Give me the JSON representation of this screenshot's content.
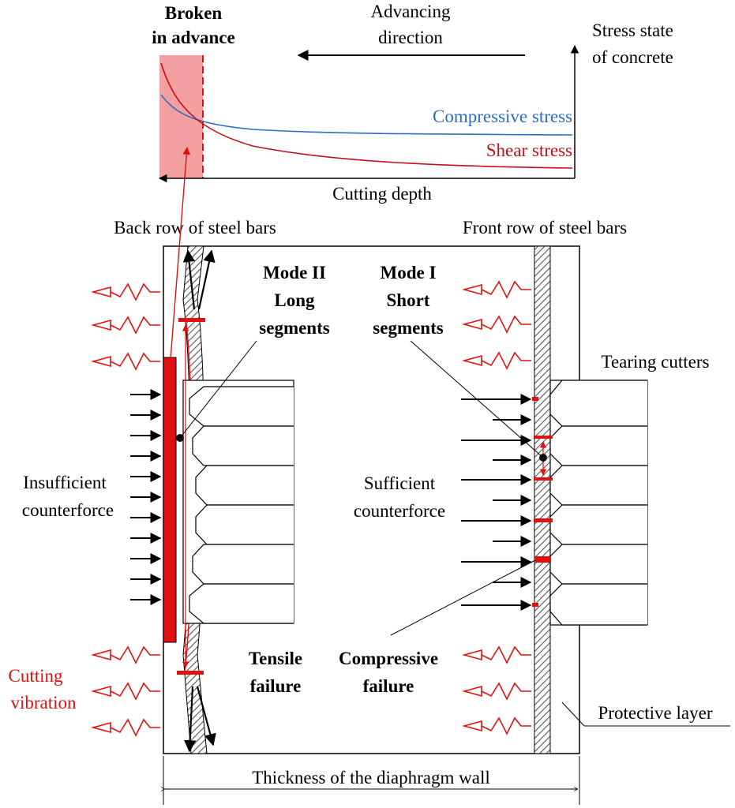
{
  "top_chart": {
    "broken_line1": "Broken",
    "broken_line2": "in advance",
    "advancing_line1": "Advancing",
    "advancing_line2": "direction",
    "stress_line1": "Stress state",
    "stress_line2": "of concrete",
    "compressive_label": "Compressive stress",
    "shear_label": "Shear stress",
    "x_axis_label": "Cutting depth",
    "colors": {
      "compressive": "#2b6fc0",
      "shear": "#c0101a",
      "broken_zone": "#f4a0a0"
    }
  },
  "wall": {
    "back_row_label": "Back row of steel bars",
    "front_row_label": "Front row of steel bars",
    "mode2_line1": "Mode II",
    "mode2_line2": "Long",
    "mode2_line3": "segments",
    "mode1_line1": "Mode I",
    "mode1_line2": "Short",
    "mode1_line3": "segments",
    "tearing_cutters": "Tearing cutters",
    "insufficient_line1": "Insufficient",
    "insufficient_line2": "counterforce",
    "sufficient_line1": "Sufficient",
    "sufficient_line2": "counterforce",
    "tensile_line1": "Tensile",
    "tensile_line2": "failure",
    "compressive_line1": "Compressive",
    "compressive_line2": "failure",
    "vibration_line1": "Cutting",
    "vibration_line2": "vibration",
    "protective_layer": "Protective layer",
    "thickness_label": "Thickness of the diaphragm wall",
    "colors": {
      "failure": "#e01010",
      "hatch": "#808080"
    }
  }
}
